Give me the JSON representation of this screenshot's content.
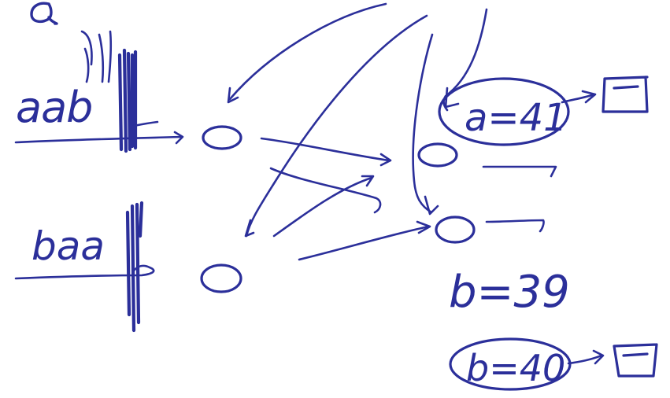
{
  "canvas": {
    "background": "#ffffff",
    "ink_color": "#2b2f9a"
  },
  "labels": {
    "question_marker": "Q.",
    "string_top": "aab",
    "string_bottom": "baa",
    "top_bucket_label": "a=41",
    "middle_value_label": "b=39",
    "bottom_bucket_label": "b=40"
  },
  "nodes": [
    {
      "name": "node-top-left",
      "shape": "circle"
    },
    {
      "name": "node-bottom-left",
      "shape": "circle"
    },
    {
      "name": "node-top-right",
      "shape": "circle"
    },
    {
      "name": "node-bottom-right",
      "shape": "circle"
    }
  ],
  "buckets": [
    {
      "name": "bucket-top",
      "linked_to": "a=41"
    },
    {
      "name": "bucket-bottom",
      "linked_to": "b=40"
    }
  ]
}
